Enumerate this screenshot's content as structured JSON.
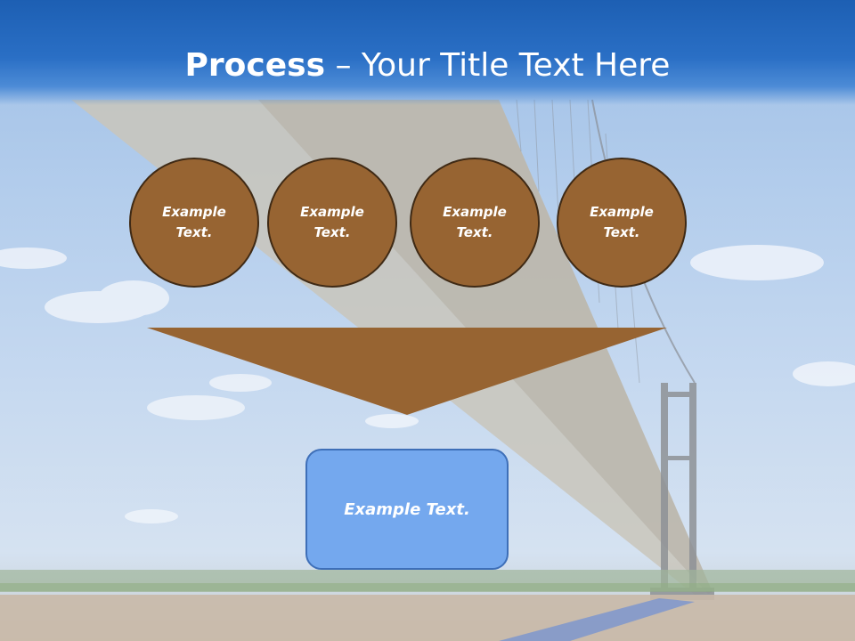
{
  "slide": {
    "title_bold": "Process",
    "title_rest": " – Your Title Text Here",
    "circles": [
      {
        "label": "Example\nText."
      },
      {
        "label": "Example\nText."
      },
      {
        "label": "Example\nText."
      },
      {
        "label": "Example\nText."
      }
    ],
    "box_label": "Example Text."
  },
  "colors": {
    "header_blue": "#2a6fc5",
    "circle_brown": "#976432",
    "arrow_brown": "#976432",
    "box_blue": "#74a8ee"
  },
  "icons": {
    "arrow": "down-triangle-arrow",
    "background": "suspension-bridge-photo"
  }
}
